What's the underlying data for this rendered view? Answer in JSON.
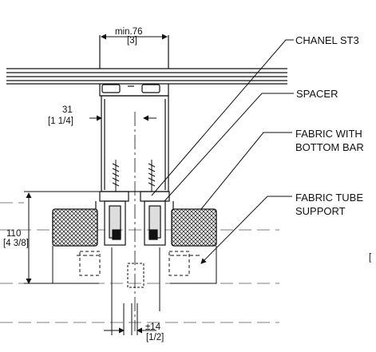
{
  "dimensions": {
    "top_mm": "min.76",
    "top_in": "[3]",
    "left_mm": "31",
    "left_in": "[1 1/4]",
    "height_mm": "110",
    "height_in": "[4 3/8]",
    "bottom_mm": "±14",
    "bottom_in": "[1/2]",
    "right_in_partial": "["
  },
  "callouts": {
    "chanel": "CHANEL ST3",
    "spacer": "SPACER",
    "fabric_bottom_bar_line1": "FABRIC WITH",
    "fabric_bottom_bar_line2": "BOTTOM BAR",
    "fabric_tube_support_line1": "FABRIC TUBE",
    "fabric_tube_support_line2": "SUPPORT"
  },
  "colors": {
    "line": "#111111",
    "hidden_line": "#555555"
  }
}
